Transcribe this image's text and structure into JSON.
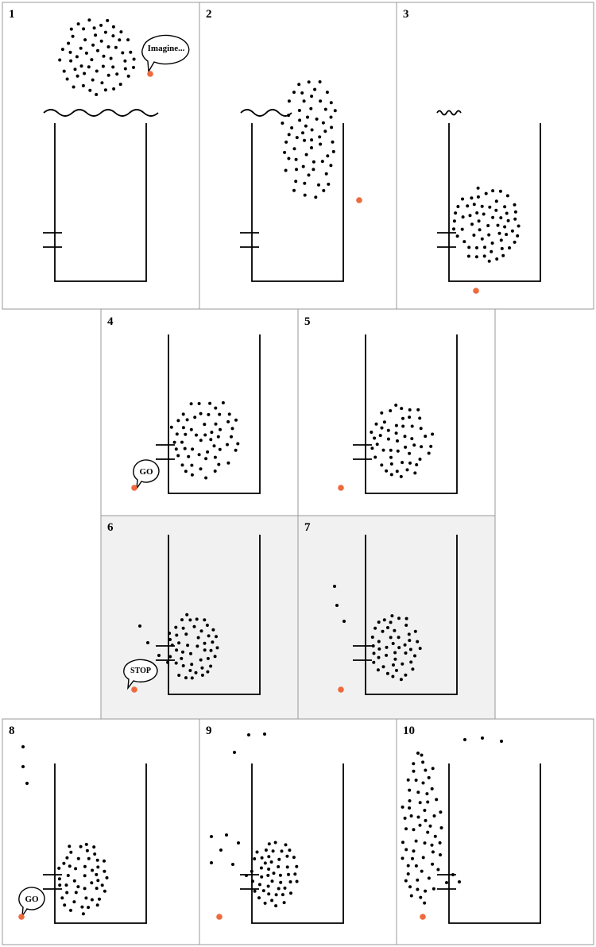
{
  "panels": [
    {
      "number": "1",
      "speech": "Imagine..."
    },
    {
      "number": "2"
    },
    {
      "number": "3"
    },
    {
      "number": "4",
      "speech": "GO"
    },
    {
      "number": "5"
    },
    {
      "number": "6",
      "speech": "STOP",
      "shaded": true
    },
    {
      "number": "7",
      "shaded": true
    },
    {
      "number": "8",
      "speech": "GO"
    },
    {
      "number": "9"
    },
    {
      "number": "10"
    }
  ],
  "colors": {
    "observer": "#EE6A3C",
    "panel_border": "#999999",
    "shaded_bg": "#F1F1F1",
    "ink": "#000000"
  }
}
